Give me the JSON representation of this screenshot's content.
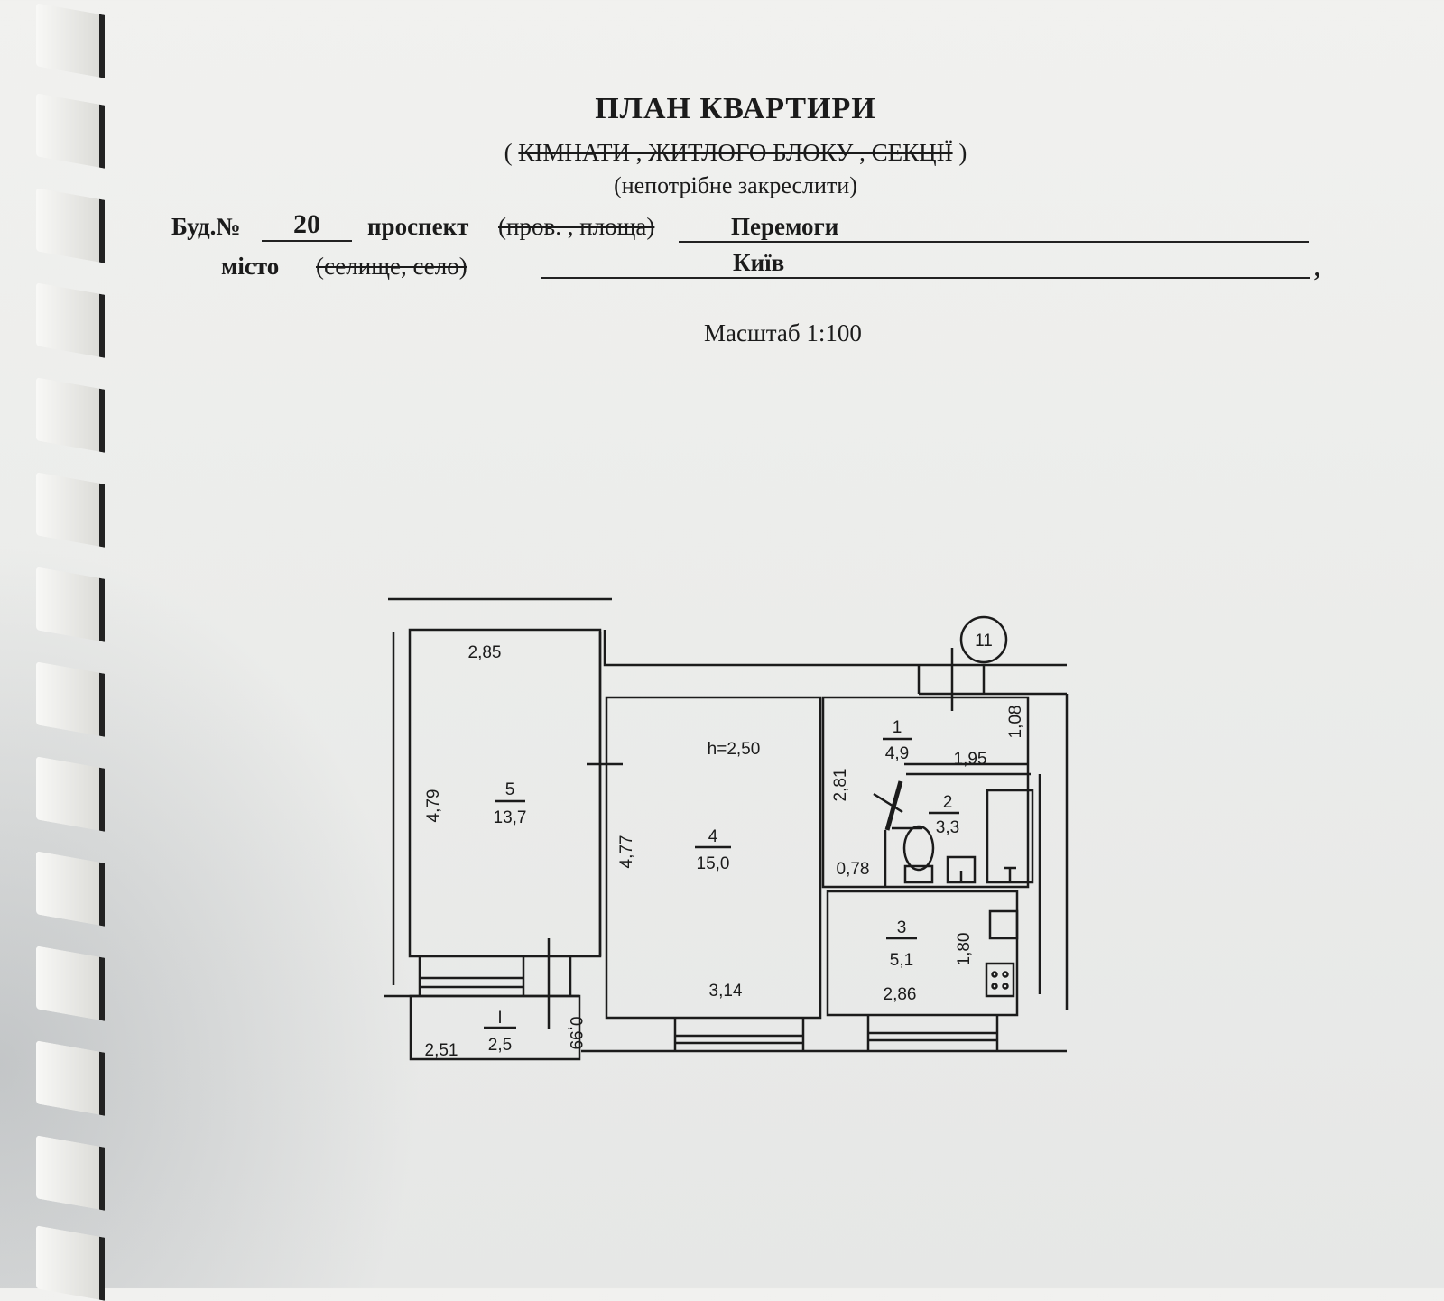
{
  "header": {
    "title": "ПЛАН КВАРТИРИ",
    "subtitle_open": "(",
    "subtitle_struck": "КІМНАТИ ,  ЖИТЛОГО БЛОКУ ,  СЕКЦІЇ",
    "subtitle_close": ")",
    "note": "(непотрібне закреслити)"
  },
  "address": {
    "building_label": "Буд.№",
    "building_number": "20",
    "street_type": "проспект",
    "street_type_struck": "(пров. , площа)",
    "street_name": "Перемоги",
    "city_label": "місто",
    "city_struck": "(селище, село)",
    "city_name": "Київ",
    "comma": ","
  },
  "scale": "Масштаб 1:100",
  "plan": {
    "axis_marker": "11",
    "ceiling_height": "h=2,50",
    "rooms": [
      {
        "number": "1",
        "area": "4,9"
      },
      {
        "number": "2",
        "area": "3,3"
      },
      {
        "number": "3",
        "area": "5,1"
      },
      {
        "number": "4",
        "area": "15,0"
      },
      {
        "number": "5",
        "area": "13,7"
      },
      {
        "number": "I",
        "area": "2,5"
      }
    ],
    "dimensions": {
      "r5_width": "2,85",
      "r5_length": "4,79",
      "r4_length": "4,77",
      "r4_width": "3,14",
      "r1_height": "1,08",
      "r1_width": "1,95",
      "hall_length": "2,81",
      "hall_width": "0,78",
      "r3_length": "1,80",
      "r3_width": "2,86",
      "balcony_width": "2,51",
      "balcony_depth": "0,99"
    }
  }
}
